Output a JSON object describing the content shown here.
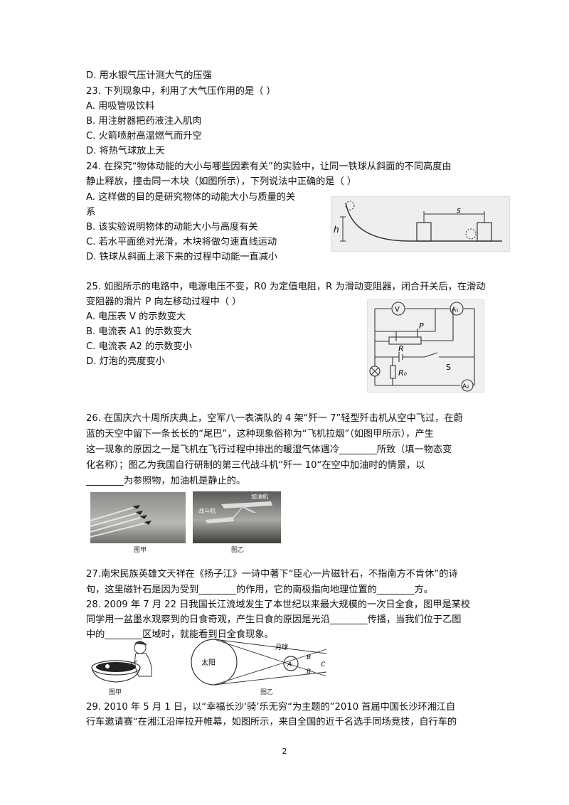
{
  "q22": {
    "option_d": "D. 用水银气压计测大气的压强"
  },
  "q23": {
    "stem": "23. 下列现象中，利用了大气压作用的是（ ）",
    "options": [
      "A. 用吸管吸饮料",
      "B. 用注射器把药液注入肌肉",
      "C. 火箭喷射高温燃气而升空",
      "D. 将热气球放上天"
    ]
  },
  "q24": {
    "stem_line1": "24. 在探究“物体动能的大小与哪些因素有关”的实验中，让同一铁球从斜面的不同高度由",
    "stem_line2": "静止释放，撞击同一木块（如图所示），下列说法中正确的是（ ）",
    "option_a_line1": "A. 这样做的目的是研究物体的动能大小与质量的关",
    "option_a_line2": "系",
    "option_b": "B. 该实验说明物体的动能大小与高度有关",
    "option_c": "C. 若水平面绝对光滑，木块将做匀速直线运动",
    "option_d": "D. 铁球从斜面上滚下来的过程中动能一直减小",
    "figure": {
      "label_h": "h",
      "label_s": "s"
    }
  },
  "q25": {
    "stem_line1": "25. 如图所示的电路中，电源电压不变，R0 为定值电阻，R 为滑动变阻器，闭合开关后，在滑动",
    "stem_line2": "变阻器的滑片 P 向左移动过程中（ ）",
    "options": [
      "A. 电压表 V 的示数变大",
      "B. 电流表 A1 的示数变大",
      "C. 电流表 A2 的示数变小",
      "D. 灯泡的亮度变小"
    ],
    "figure": {
      "v": "V",
      "a1": "A₁",
      "a2": "A₂",
      "p": "P",
      "r": "R",
      "r0": "R₀",
      "s": "S"
    }
  },
  "q26": {
    "line1": "26. 在国庆六十周所庆典上，空军八一表演队的 4 架“歼一 7”轻型歼击机从空中飞过，在蔚",
    "line2": "蓝的天空中留下一条长长的“尾巴”，这种现象俗称为“飞机拉烟”（如图甲所示），产生",
    "line3": "这一现象的原因之一是飞机在飞行过程中排出的暖湿气体遇冷________所致（填一物态变",
    "line4": "化名称）；图乙为我国自行研制的第三代战斗机“歼一 10“在空中加油时的情景，以",
    "line5": "________为参照物，加油机是静止的。",
    "fig_jia": "图甲",
    "fig_yi": "图乙",
    "photo_text_1": "战斗机",
    "photo_text_2": "加油机"
  },
  "q27": {
    "line1": "27.南宋民族英雄文天祥在《扬子江》一诗中著下“臣心一片磁针石，不指南方不肯休”的诗",
    "line2": "句，这里磁针石是因为受到________的作用，它的南极指向地理位置的________方。"
  },
  "q28": {
    "line1": "28. 2009 年 7 月 22 日我国长江流域发生了本世纪以来最大规模的一次日全食，图甲是某校",
    "line2": "同学用一盆墨水观察到的日食奇观，产生日食的原因是光沿________传播，当我们位于乙图",
    "line3": "中的________区域时，就能看到日全食现象。",
    "fig_jia": "图甲",
    "fig_yi": "图乙",
    "label_sun": "太阳",
    "label_moon": "月球",
    "label_a": "A",
    "label_b": "B",
    "label_c": "C"
  },
  "q29": {
    "line1": "29. 2010 年 5 月 1 日，以“幸福长沙‘骑’乐无穷“为主题的”2010 首届中国长沙环湘江自",
    "line2": "行车邀请赛“在湘江沿岸拉开帷幕，如图所示，来自全国的近千名选手同场竞技，自行车的"
  },
  "page_number": "2"
}
